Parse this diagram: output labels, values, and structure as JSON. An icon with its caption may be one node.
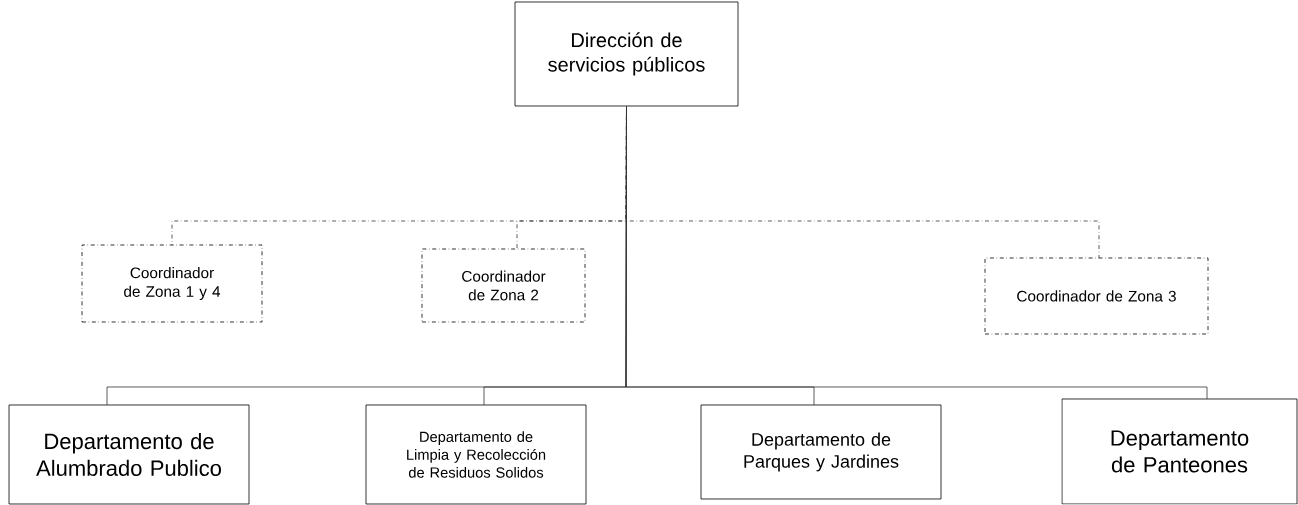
{
  "diagram": {
    "nodes": [
      {
        "text": [
          "Dirección de servicios públicos"
        ]
      },
      {
        "text": [
          "Coordinador de Zona 1 y 4"
        ]
      },
      {
        "text": [
          "Coordinador de Zona 2"
        ]
      },
      {
        "text": [
          "Coordinador de Zona 3"
        ]
      },
      {
        "text": [
          "Departamento de Alumbrado Publico"
        ]
      },
      {
        "text": [
          "Departamento de Limpia y Recolección de Residuos Solidos"
        ]
      },
      {
        "text": [
          "Departamento de Parques y Jardines"
        ]
      },
      {
        "text": [
          "Departamento de Panteones"
        ]
      }
    ],
    "edges": [
      {
        "from": 0,
        "to": 1,
        "arrow": "none",
        "style": "dashed"
      },
      {
        "from": 0,
        "to": 2,
        "arrow": "none",
        "style": "dashed"
      },
      {
        "from": 0,
        "to": 3,
        "arrow": "none",
        "style": "dashed"
      },
      {
        "from": 0,
        "to": 4,
        "arrow": "none"
      },
      {
        "from": 0,
        "to": 5,
        "arrow": "none"
      },
      {
        "from": 0,
        "to": 6,
        "arrow": "none"
      },
      {
        "from": 0,
        "to": 7,
        "arrow": "none"
      }
    ]
  }
}
